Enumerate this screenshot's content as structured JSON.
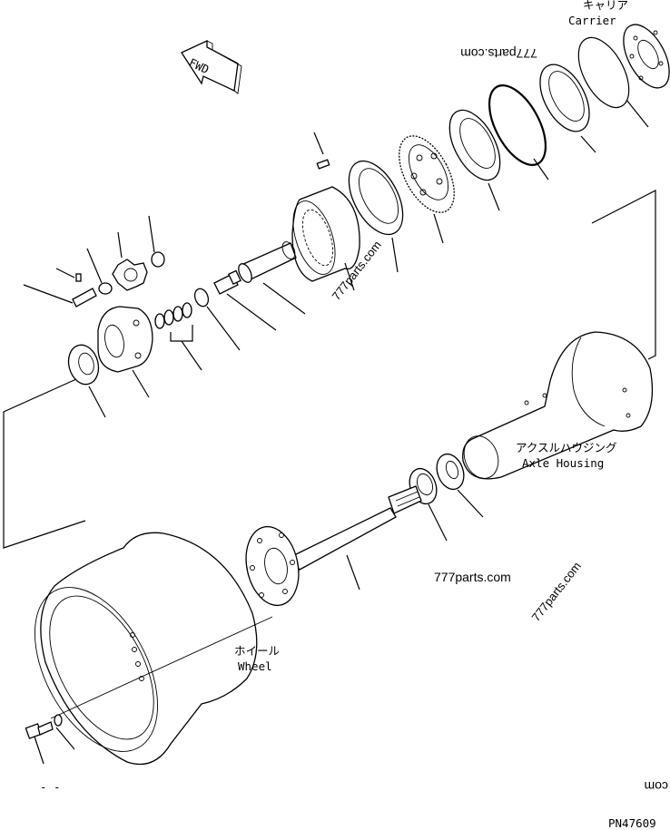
{
  "labels": {
    "carrier_jp": "キャリア",
    "carrier_en": "Carrier",
    "axle_housing_jp": "アクスルハウジング",
    "axle_housing_en": "Axle Housing",
    "wheel_jp": "ホイール",
    "wheel_en": "Wheel",
    "fwd": "FWD",
    "part_number": "PN47609",
    "dashes": "- -"
  },
  "watermarks": {
    "top_right": "777parts.com",
    "middle": "777parts.com",
    "lower": "777parts.com",
    "lower_right": "777parts.com",
    "bottom_right": "com"
  }
}
